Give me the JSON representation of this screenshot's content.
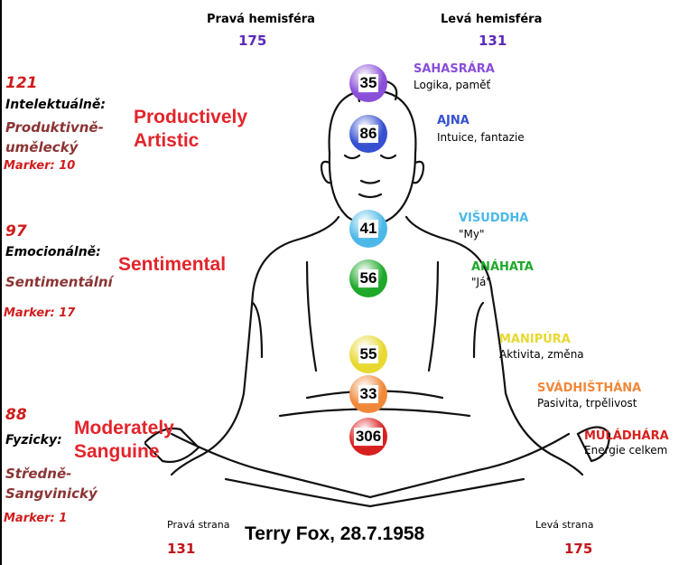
{
  "header": {
    "right_hemisphere_label": "Pravá hemisféra",
    "right_hemisphere_value": "175",
    "left_hemisphere_label": "Levá hemisféra",
    "left_hemisphere_value": "131"
  },
  "aspects": [
    {
      "value": "121",
      "category": "Intelektuálně:",
      "type_lines": [
        "Produktivně-",
        "umělecký"
      ],
      "marker": "Marker: 10",
      "english_lines": [
        "Productively",
        "Artistic"
      ]
    },
    {
      "value": "97",
      "category": "Emocionálně:",
      "type_lines": [
        "Sentimentální"
      ],
      "marker": "Marker: 17",
      "english_lines": [
        "Sentimental"
      ]
    },
    {
      "value": "88",
      "category": "Fyzicky:",
      "type_lines": [
        "Středně-",
        "Sangvinický"
      ],
      "marker": "Marker: 1",
      "english_lines": [
        "Moderately",
        "Sanguine"
      ]
    }
  ],
  "chakras": [
    {
      "name": "SAHASRÁRA",
      "desc": "Logika, paměť",
      "value": "35",
      "color": "#8a4fd8"
    },
    {
      "name": "AJNA",
      "desc": "Intuice, fantazie",
      "value": "86",
      "color": "#3550d0"
    },
    {
      "name": "VIŠUDDHA",
      "desc": "\"My\"",
      "value": "41",
      "color": "#4cb8e8"
    },
    {
      "name": "ANÁHATA",
      "desc": "\"Já\"",
      "value": "56",
      "color": "#1fa82a"
    },
    {
      "name": "MANIPÚRA",
      "desc": "Aktivita, změna",
      "value": "55",
      "color": "#e8d830"
    },
    {
      "name": "SVÁDHIŠTHÁNA",
      "desc": "Pasivita, trpělivost",
      "value": "33",
      "color": "#f0883a"
    },
    {
      "name": "MÚLÁDHÁRA",
      "desc": "Energie celkem",
      "value": "306",
      "color": "#d8201e"
    }
  ],
  "footer": {
    "right_side_label": "Pravá strana",
    "right_side_value": "131",
    "title": "Terry Fox, 28.7.1958",
    "left_side_label": "Levá strana",
    "left_side_value": "175"
  }
}
